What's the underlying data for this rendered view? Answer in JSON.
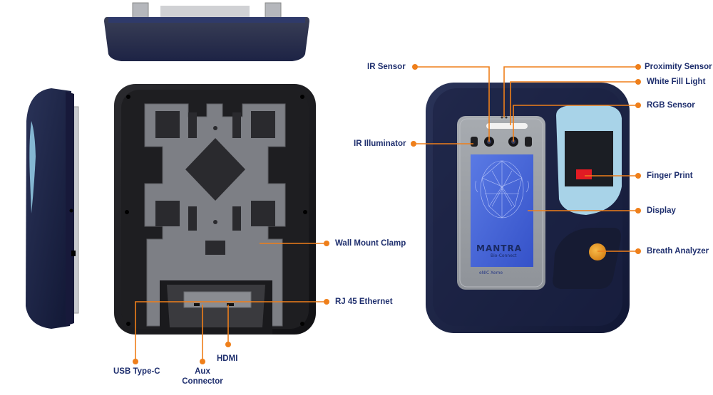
{
  "labels": {
    "ir_sensor": "IR Sensor",
    "proximity_sensor": "Proximity Sensor",
    "white_fill_light": "White Fill Light",
    "rgb_sensor": "RGB Sensor",
    "ir_illuminator": "IR Illuminator",
    "finger_print": "Finger Print",
    "display": "Display",
    "breath_analyzer": "Breath Analyzer",
    "wall_mount_clamp": "Wall Mount Clamp",
    "rj45_ethernet": "RJ 45 Ethernet",
    "usb_type_c": "USB Type-C",
    "aux_connector_line1": "Aux",
    "aux_connector_line2": "Connector",
    "hdmi": "HDMI"
  },
  "device": {
    "brand": "MANTRA",
    "sub_brand": "Bio-Connect",
    "chip_text": "eNIC Xeme"
  },
  "colors": {
    "callout": "#ef7f1a",
    "label_text": "#1f2f6e",
    "body": "#1e2645",
    "bezel": "#9b9fa5",
    "screen": "#3f5fd6",
    "fp_frame": "#a8d3e8",
    "breath_button": "#f0a021"
  }
}
